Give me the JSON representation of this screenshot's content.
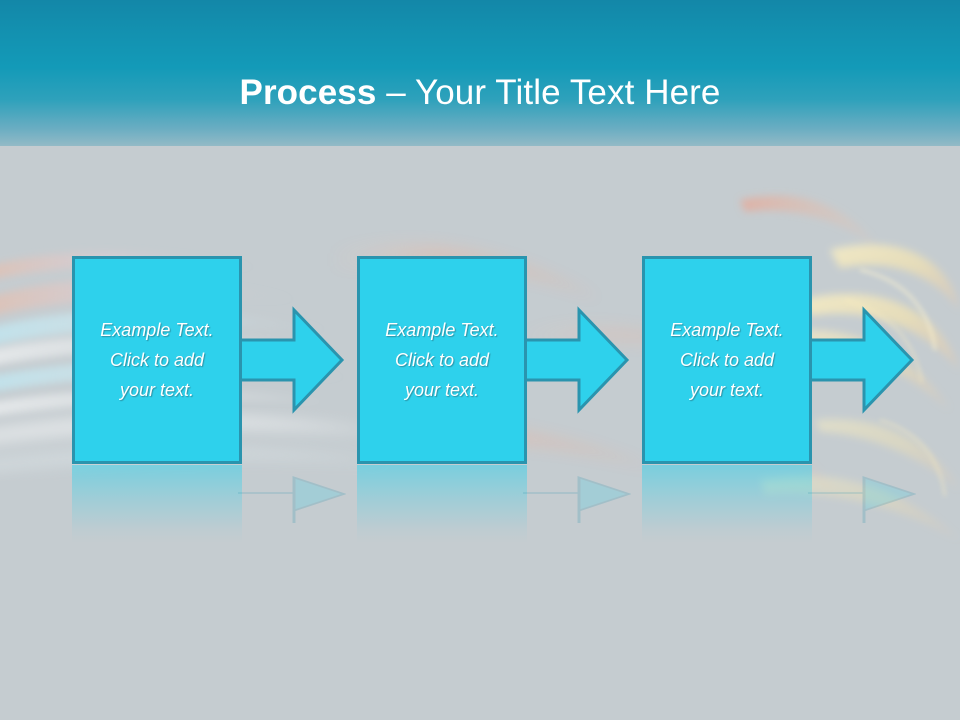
{
  "slide": {
    "title_bold": "Process",
    "title_separator": " – ",
    "title_light": "Your Title Text Here",
    "background_color": "#c5ccd0",
    "header_top_color": "#1387a8",
    "header_bottom_color": "#93bac6"
  },
  "process": {
    "box_fill_color": "#2ed1ec",
    "box_border_color": "#2a94ae",
    "text_color": "#ffffff",
    "steps": [
      {
        "label": "Example Text.\nClick  to add\nyour text."
      },
      {
        "label": "Example Text.\nClick  to add\nyour text."
      },
      {
        "label": "Example Text.\nClick  to add\nyour text."
      }
    ]
  }
}
